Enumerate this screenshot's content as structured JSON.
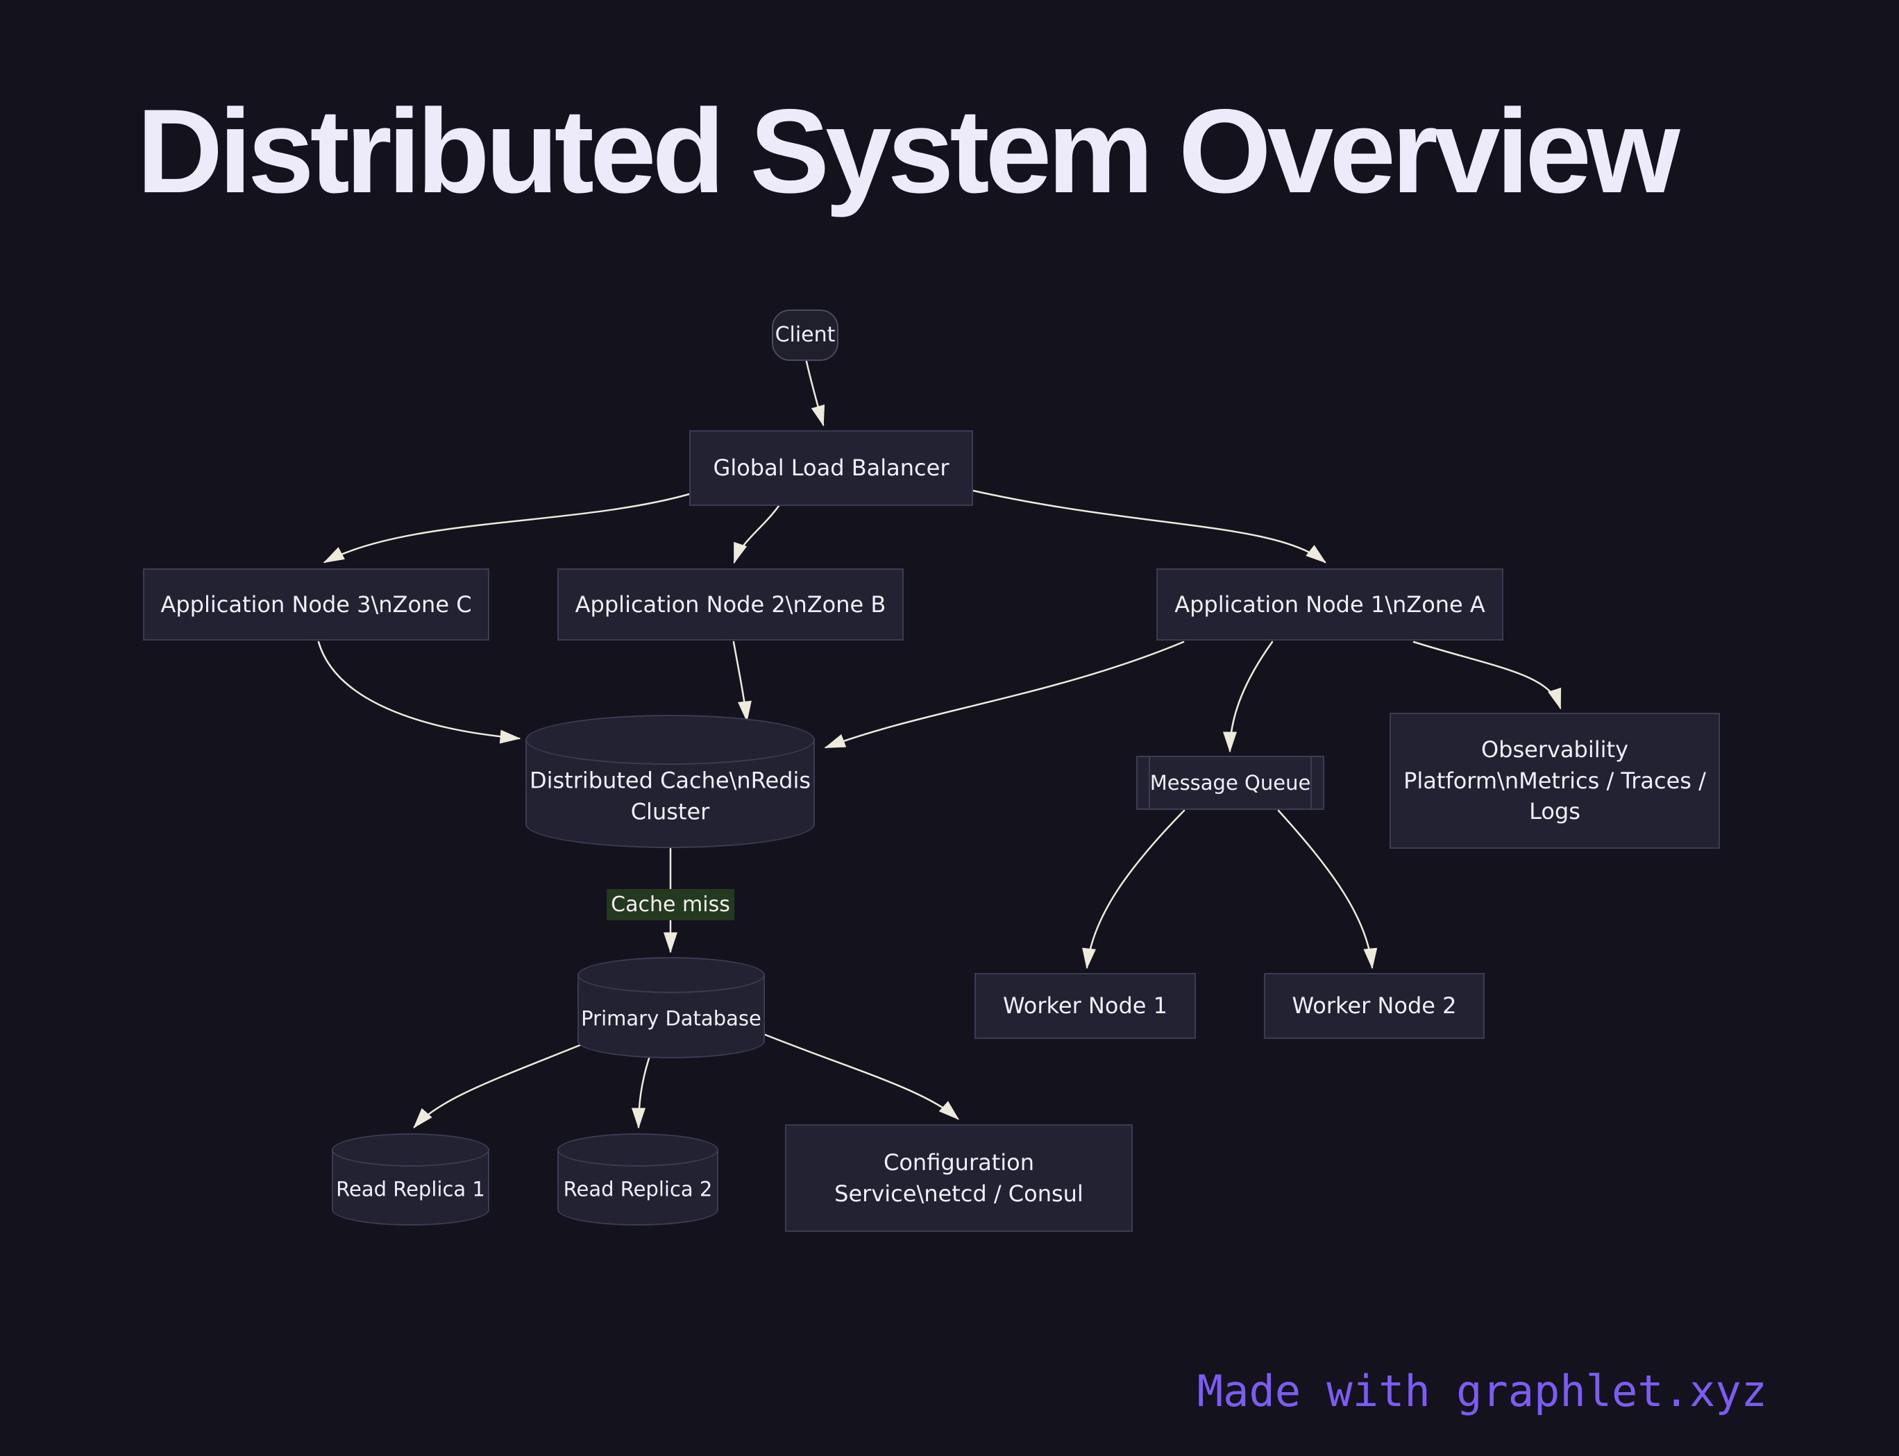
{
  "title": "Distributed System Overview",
  "footer": {
    "credit": "Made with graphlet.xyz"
  },
  "colors": {
    "background": "#14131D",
    "node_fill": "#232232",
    "node_border": "#3C3B54",
    "pill_fill": "#201F2C",
    "pill_border": "#4B4A60",
    "text": "#F1EFFA",
    "title": "#EDEBF9",
    "edge": "#EFEBDC",
    "edge_label_bg": "#243A20",
    "credit": "#7D5CF3"
  },
  "diagram": {
    "nodes": {
      "client": {
        "label": "Client",
        "shape": "rounded"
      },
      "glb": {
        "label": "Global Load Balancer",
        "shape": "rect"
      },
      "app3": {
        "label": "Application Node 3\\nZone C",
        "shape": "rect"
      },
      "app2": {
        "label": "Application Node 2\\nZone B",
        "shape": "rect"
      },
      "app1": {
        "label": "Application Node 1\\nZone A",
        "shape": "rect"
      },
      "cache": {
        "label": "Distributed Cache\\nRedis Cluster",
        "shape": "cylinder"
      },
      "msgq": {
        "label": "Message Queue",
        "shape": "subroutine"
      },
      "obs": {
        "label": "Observability Platform\\nMetrics / Traces / Logs",
        "shape": "rect"
      },
      "pdb": {
        "label": "Primary Database",
        "shape": "cylinder"
      },
      "worker1": {
        "label": "Worker Node 1",
        "shape": "rect"
      },
      "worker2": {
        "label": "Worker Node 2",
        "shape": "rect"
      },
      "rr1": {
        "label": "Read Replica 1",
        "shape": "cylinder"
      },
      "rr2": {
        "label": "Read Replica 2",
        "shape": "cylinder"
      },
      "config": {
        "label": "Configuration Service\\netcd / Consul",
        "shape": "rect"
      }
    },
    "edges": [
      {
        "from": "client",
        "to": "glb"
      },
      {
        "from": "glb",
        "to": "app3"
      },
      {
        "from": "glb",
        "to": "app2"
      },
      {
        "from": "glb",
        "to": "app1"
      },
      {
        "from": "app3",
        "to": "cache"
      },
      {
        "from": "app2",
        "to": "cache"
      },
      {
        "from": "app1",
        "to": "cache"
      },
      {
        "from": "app1",
        "to": "msgq"
      },
      {
        "from": "app1",
        "to": "obs"
      },
      {
        "from": "cache",
        "to": "pdb",
        "label": "Cache miss"
      },
      {
        "from": "msgq",
        "to": "worker1"
      },
      {
        "from": "msgq",
        "to": "worker2"
      },
      {
        "from": "pdb",
        "to": "rr1"
      },
      {
        "from": "pdb",
        "to": "rr2"
      },
      {
        "from": "pdb",
        "to": "config"
      }
    ]
  }
}
